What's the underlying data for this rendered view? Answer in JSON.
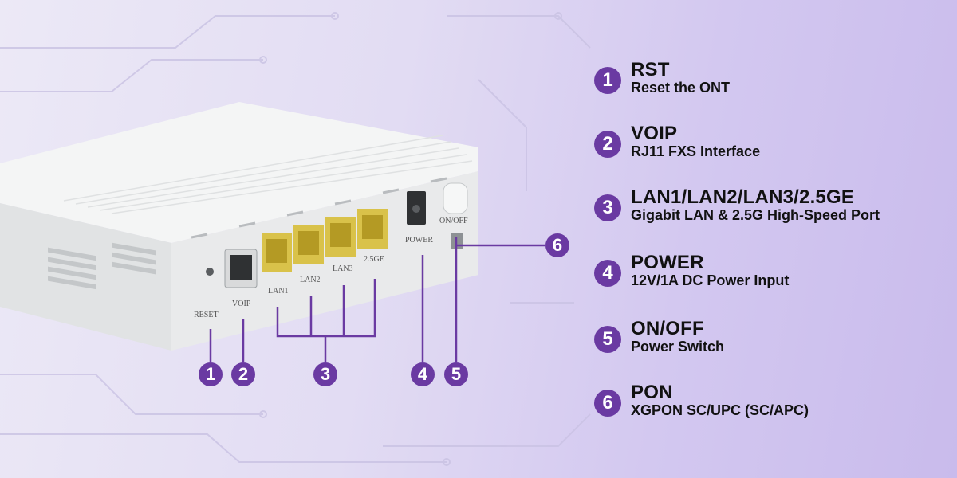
{
  "colors": {
    "accent": "#6a3aa2",
    "background": "#e2dcf3",
    "device_body": "#eceeef",
    "port_yellow": "#d9c24a"
  },
  "device": {
    "port_labels": {
      "reset": "RESET",
      "voip": "VOIP",
      "lan1": "LAN1",
      "lan2": "LAN2",
      "lan3": "LAN3",
      "ge25": "2.5GE",
      "power": "POWER",
      "onoff": "ON/OFF"
    }
  },
  "callouts": [
    "1",
    "2",
    "3",
    "4",
    "5",
    "6"
  ],
  "legend": [
    {
      "number": "1",
      "title": "RST",
      "description": "Reset the ONT"
    },
    {
      "number": "2",
      "title": "VOIP",
      "description": "RJ11 FXS Interface"
    },
    {
      "number": "3",
      "title": "LAN1/LAN2/LAN3/2.5GE",
      "description": "Gigabit LAN & 2.5G High-Speed Port"
    },
    {
      "number": "4",
      "title": "POWER",
      "description": "12V/1A DC Power Input"
    },
    {
      "number": "5",
      "title": "ON/OFF",
      "description": "Power Switch"
    },
    {
      "number": "6",
      "title": "PON",
      "description": "XGPON SC/UPC (SC/APC)"
    }
  ]
}
